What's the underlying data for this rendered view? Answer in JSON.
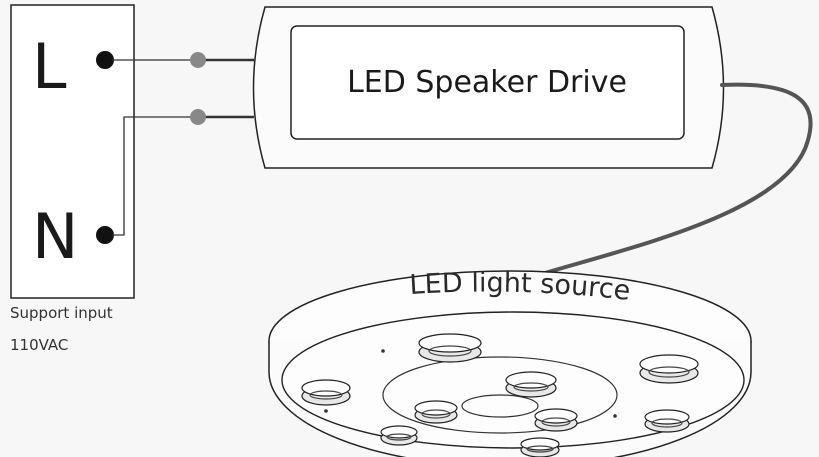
{
  "terminal": {
    "line_label": "L",
    "neutral_label": "N"
  },
  "driver": {
    "label": "LED Speaker Drive"
  },
  "light_source": {
    "label": "LED light source"
  },
  "support": {
    "line1": "Support input",
    "line2": "110VAC"
  }
}
